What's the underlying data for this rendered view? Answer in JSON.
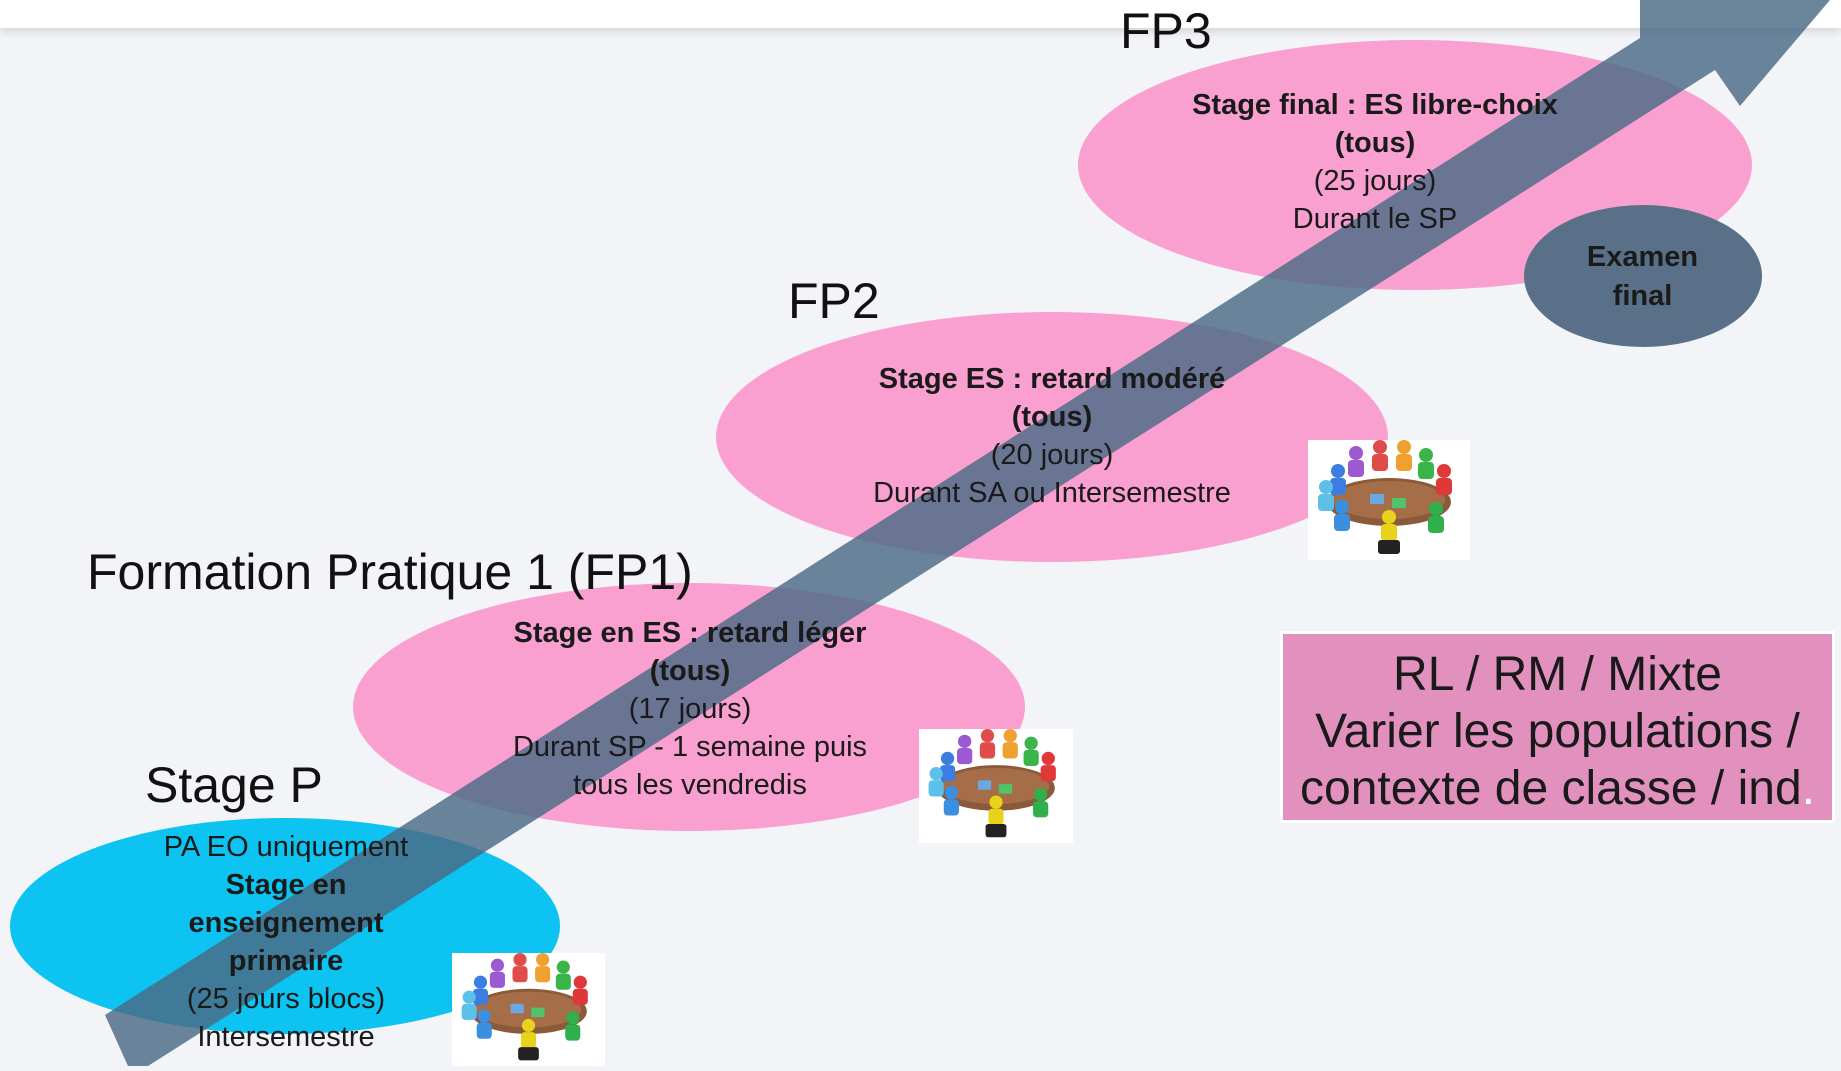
{
  "stages": [
    {
      "id": "stage-p",
      "heading": "Stage P",
      "lines": [
        {
          "text": "PA EO uniquement",
          "bold": false
        },
        {
          "text": "Stage en",
          "bold": true
        },
        {
          "text": "enseignement",
          "bold": true
        },
        {
          "text": "primaire",
          "bold": true
        },
        {
          "text": "(25 jours blocs)",
          "bold": false
        },
        {
          "text": "Intersemestre",
          "bold": false
        }
      ],
      "color": "#00c0f0"
    },
    {
      "id": "fp1",
      "heading": "Formation Pratique 1 (FP1)",
      "lines": [
        {
          "text": "Stage en ES : retard léger",
          "bold": true
        },
        {
          "text": "(tous)",
          "bold": true
        },
        {
          "text": "(17 jours)",
          "bold": false
        },
        {
          "text": "Durant SP - 1 semaine puis",
          "bold": false
        },
        {
          "text": "tous les vendredis",
          "bold": false
        }
      ],
      "color": "#f9a0d0"
    },
    {
      "id": "fp2",
      "heading": "FP2",
      "lines": [
        {
          "text": "Stage ES : retard modéré",
          "bold": true
        },
        {
          "text": "(tous)",
          "bold": true
        },
        {
          "text": "(20 jours)",
          "bold": false
        },
        {
          "text": "Durant SA ou Intersemestre",
          "bold": false
        }
      ],
      "color": "#f9a0d0"
    },
    {
      "id": "fp3",
      "heading": "FP3",
      "lines": [
        {
          "text": "Stage final : ES libre-choix",
          "bold": true
        },
        {
          "text": "(tous)",
          "bold": true
        },
        {
          "text": "(25 jours)",
          "bold": false
        },
        {
          "text": "Durant le SP",
          "bold": false
        }
      ],
      "color": "#f9a0d0"
    }
  ],
  "exam": {
    "lines": [
      "Examen",
      "final"
    ],
    "color": "#5a7088"
  },
  "note": {
    "line1": "RL / RM / Mixte",
    "line2": "Varier les populations /",
    "line3": "contexte de classe / ind",
    "dot": "."
  },
  "colors": {
    "arrow": "#4a6a85",
    "pink": "#f9a0d0",
    "blue": "#00c0f0",
    "note_bg": "#e291bf"
  },
  "icons": [
    "meeting-table-icon",
    "meeting-table-icon",
    "meeting-table-icon"
  ]
}
